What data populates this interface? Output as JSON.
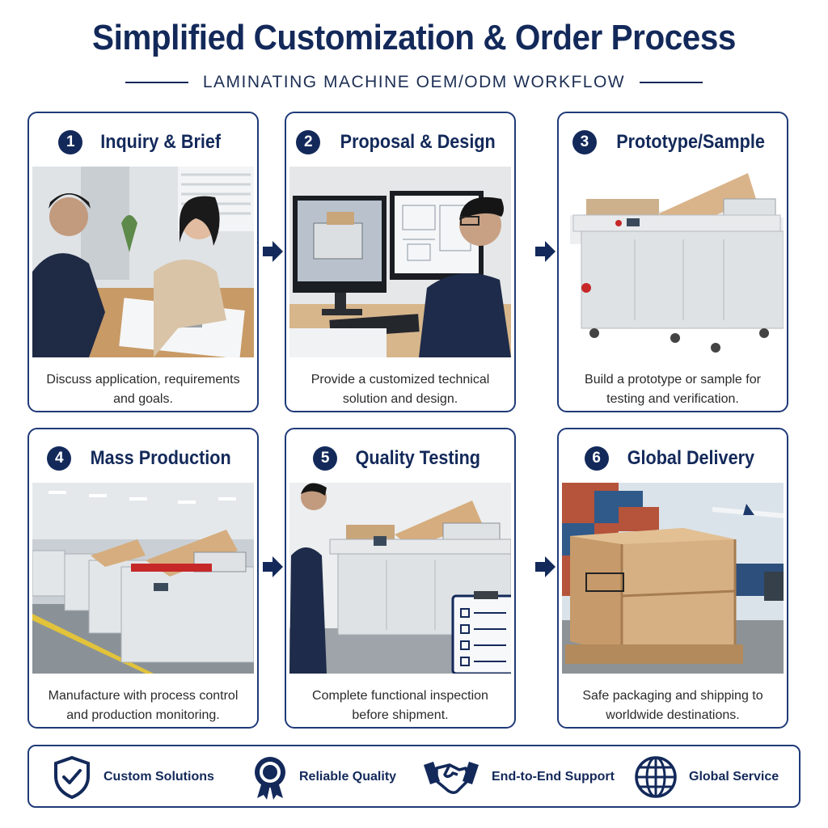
{
  "header": {
    "title": "Simplified Customization & Order Process",
    "subtitle": "LAMINATING MACHINE OEM/ODM WORKFLOW"
  },
  "steps": [
    {
      "number": "1",
      "title": "Inquiry & Brief",
      "description": "Discuss application, requirements and goals.",
      "image": "business-meeting-photo"
    },
    {
      "number": "2",
      "title": "Proposal & Design",
      "description": "Provide a customized technical solution and design.",
      "image": "engineer-cad-design-photo"
    },
    {
      "number": "3",
      "title": "Prototype/Sample",
      "description": "Build a prototype or sample for testing and verification.",
      "image": "laminating-machine-prototype-photo"
    },
    {
      "number": "4",
      "title": "Mass Production",
      "description": "Manufacture with process control and production monitoring.",
      "image": "factory-production-line-photo"
    },
    {
      "number": "5",
      "title": "Quality Testing",
      "description": "Complete functional inspection before shipment.",
      "image": "quality-inspection-photo"
    },
    {
      "number": "6",
      "title": "Global Delivery",
      "description": "Safe packaging and shipping to worldwide destinations.",
      "image": "wooden-crate-shipping-photo"
    }
  ],
  "features": [
    {
      "label": "Custom Solutions",
      "icon": "shield-check-icon"
    },
    {
      "label": "Reliable Quality",
      "icon": "award-ribbon-icon"
    },
    {
      "label": "End-to-End Support",
      "icon": "handshake-icon"
    },
    {
      "label": "Global Service",
      "icon": "globe-icon"
    }
  ],
  "colors": {
    "brand": "#13295a",
    "border": "#1f3a78"
  }
}
